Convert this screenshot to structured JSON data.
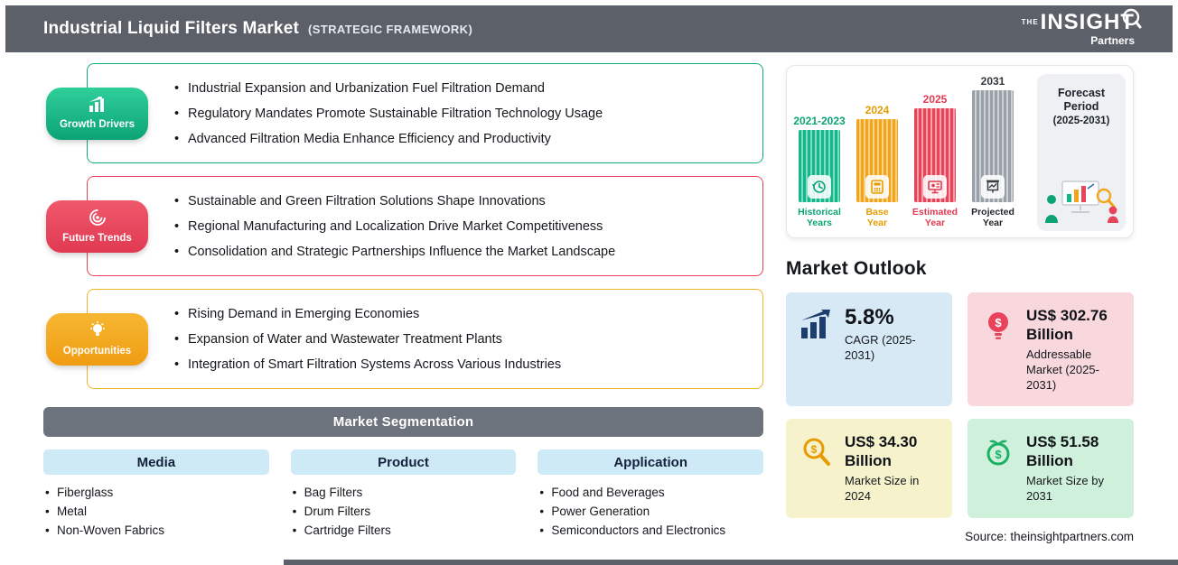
{
  "header": {
    "title": "Industrial Liquid Filters Market",
    "framework": "(STRATEGIC FRAMEWORK)",
    "logo": {
      "prefix": "THE",
      "name": "INSIGHT",
      "suffix": "Partners"
    }
  },
  "panels": [
    {
      "label": "Growth Drivers",
      "color": "#0fae79",
      "bullets": [
        "Industrial Expansion and Urbanization Fuel Filtration Demand",
        "Regulatory Mandates Promote Sustainable Filtration Technology Usage",
        "Advanced Filtration Media Enhance Efficiency and Productivity"
      ]
    },
    {
      "label": "Future Trends",
      "color": "#e8435a",
      "bullets": [
        "Sustainable and Green Filtration Solutions Shape Innovations",
        "Regional Manufacturing and Localization Drive Market Competitiveness",
        "Consolidation and Strategic Partnerships Influence the Market Landscape"
      ]
    },
    {
      "label": "Opportunities",
      "color": "#f0b429",
      "bullets": [
        "Rising Demand in Emerging Economies",
        "Expansion of Water and Wastewater Treatment Plants",
        "Integration of Smart Filtration Systems Across Various Industries"
      ]
    }
  ],
  "segmentation": {
    "title": "Market Segmentation",
    "columns": [
      {
        "header": "Media",
        "items": [
          "Fiberglass",
          "Metal",
          "Non-Woven Fabrics"
        ]
      },
      {
        "header": "Product",
        "items": [
          "Bag Filters",
          "Drum Filters",
          "Cartridge Filters"
        ]
      },
      {
        "header": "Application",
        "items": [
          "Food and Beverages",
          "Power Generation",
          "Semiconductors and Electronics"
        ]
      }
    ]
  },
  "timeline": {
    "bars": [
      {
        "year": "2021-2023",
        "label": "Historical Years",
        "color": "#14b789"
      },
      {
        "year": "2024",
        "label": "Base Year",
        "color": "#f2a51a"
      },
      {
        "year": "2025",
        "label": "Estimated Year",
        "color": "#e94358"
      },
      {
        "year": "2031",
        "label": "Projected Year",
        "color": "#9aa0a8"
      }
    ],
    "forecast": {
      "title": "Forecast Period",
      "range": "(2025-2031)"
    }
  },
  "outlook": {
    "title": "Market Outlook",
    "cards": [
      {
        "value": "5.8%",
        "desc": "CAGR (2025-2031)",
        "bg": "#d8e9f6",
        "accent": "#1c3e6e"
      },
      {
        "value": "US$ 302.76 Billion",
        "desc": "Addressable Market (2025-2031)",
        "bg": "#f9d8dd",
        "accent": "#e8435a"
      },
      {
        "value": "US$ 34.30 Billion",
        "desc": "Market Size in 2024",
        "bg": "#f6f2cb",
        "accent": "#f2a51a"
      },
      {
        "value": "US$ 51.58 Billion",
        "desc": "Market Size by 2031",
        "bg": "#cff0db",
        "accent": "#19b264"
      }
    ]
  },
  "source": "Source: theinsightpartners.com"
}
